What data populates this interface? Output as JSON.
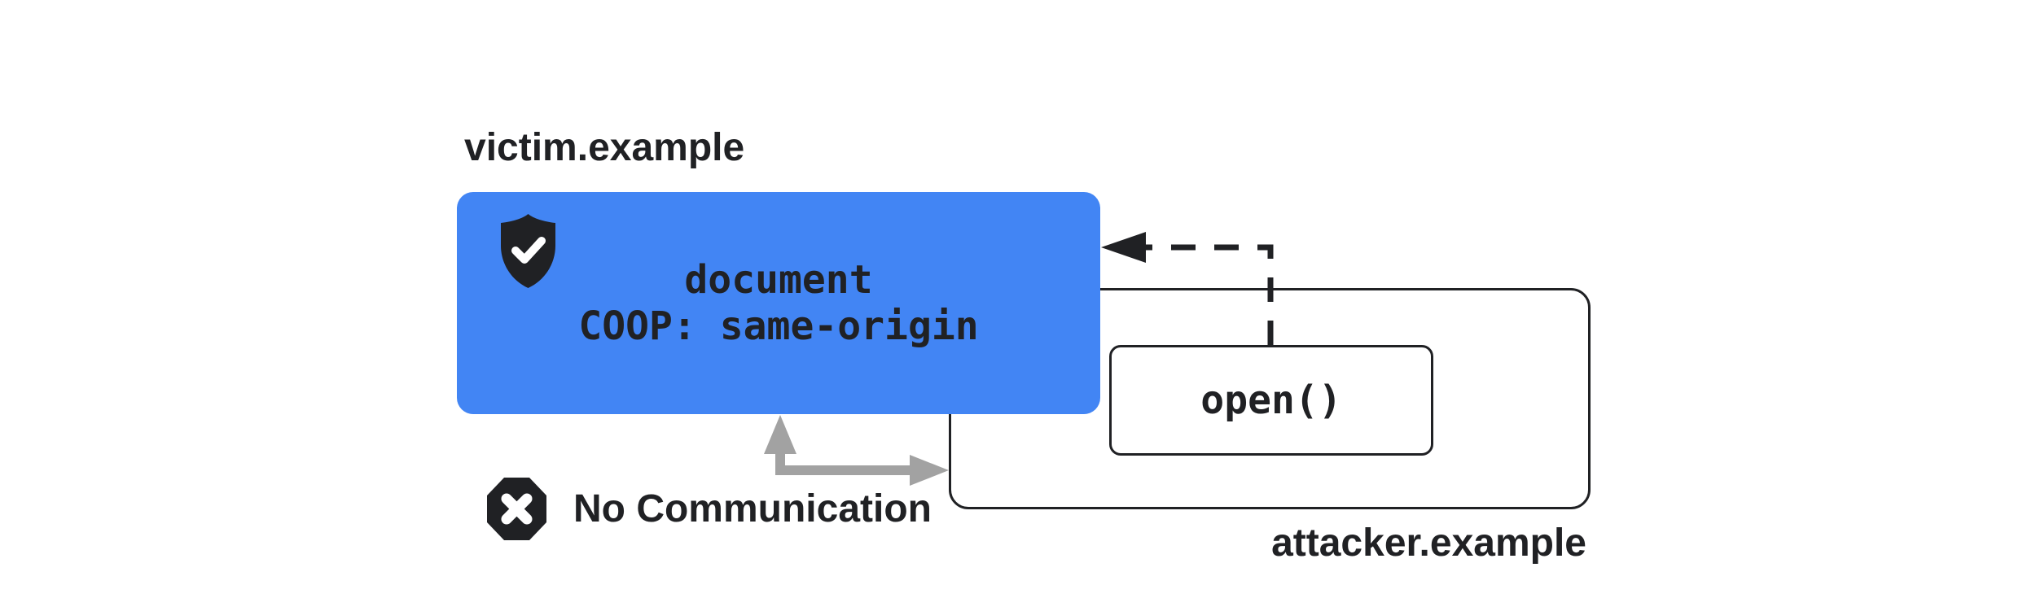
{
  "diagram": {
    "title_context": "COOP same-origin blocks communication between victim and attacker windows",
    "colors": {
      "background": "#ffffff",
      "accent_blue": "#4285f4",
      "ink": "#202124",
      "gray_arrow": "#a2a2a2",
      "icon_fill": "#202124",
      "icon_glyph": "#ffffff"
    },
    "victim": {
      "label": "victim.example",
      "box_line1": "document",
      "box_line2": "COOP: same-origin",
      "icon": "shield-check-icon"
    },
    "attacker": {
      "label": "attacker.example",
      "open_call": "open()"
    },
    "blocked": {
      "label": "No Communication",
      "icon": "blocked-x-icon"
    }
  }
}
